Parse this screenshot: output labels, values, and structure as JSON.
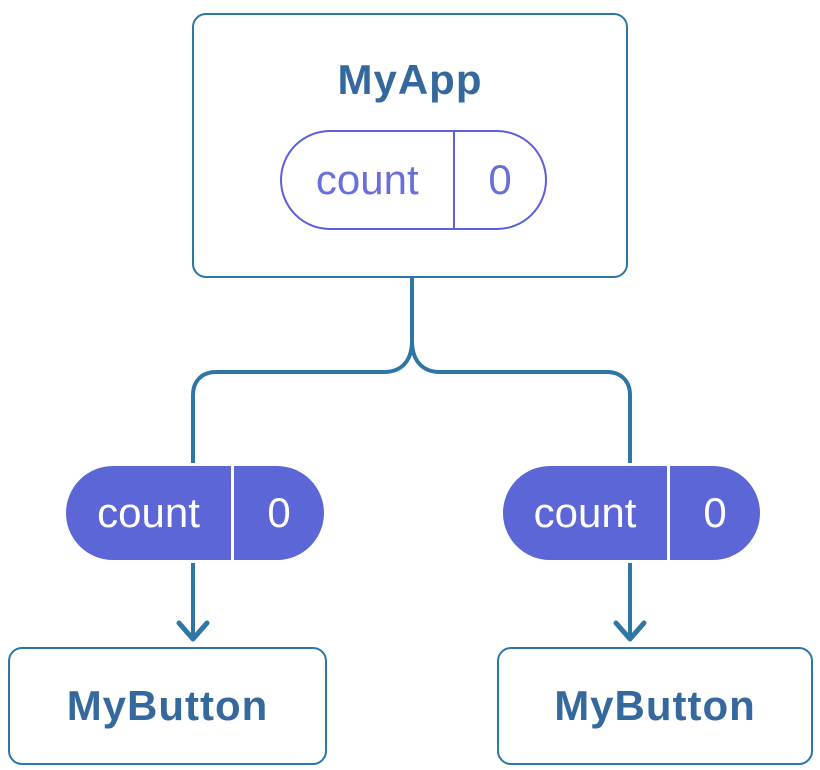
{
  "diagram": {
    "description": "Component tree diagram: parent component passing state down as props to two children",
    "root": {
      "title": "MyApp",
      "state": {
        "label": "count",
        "value": "0"
      }
    },
    "children": [
      {
        "title": "MyButton",
        "prop": {
          "label": "count",
          "value": "0"
        }
      },
      {
        "title": "MyButton",
        "prop": {
          "label": "count",
          "value": "0"
        }
      }
    ],
    "colors": {
      "connector": "#2e76a6",
      "card_border": "#2e76a6",
      "title_text": "#35699e",
      "pill_outline": "#5a5fdb",
      "pill_text": "#6a6edd",
      "pill_fill": "#5c66d6",
      "pill_fill_text": "#ffffff",
      "background": "#ffffff"
    }
  }
}
